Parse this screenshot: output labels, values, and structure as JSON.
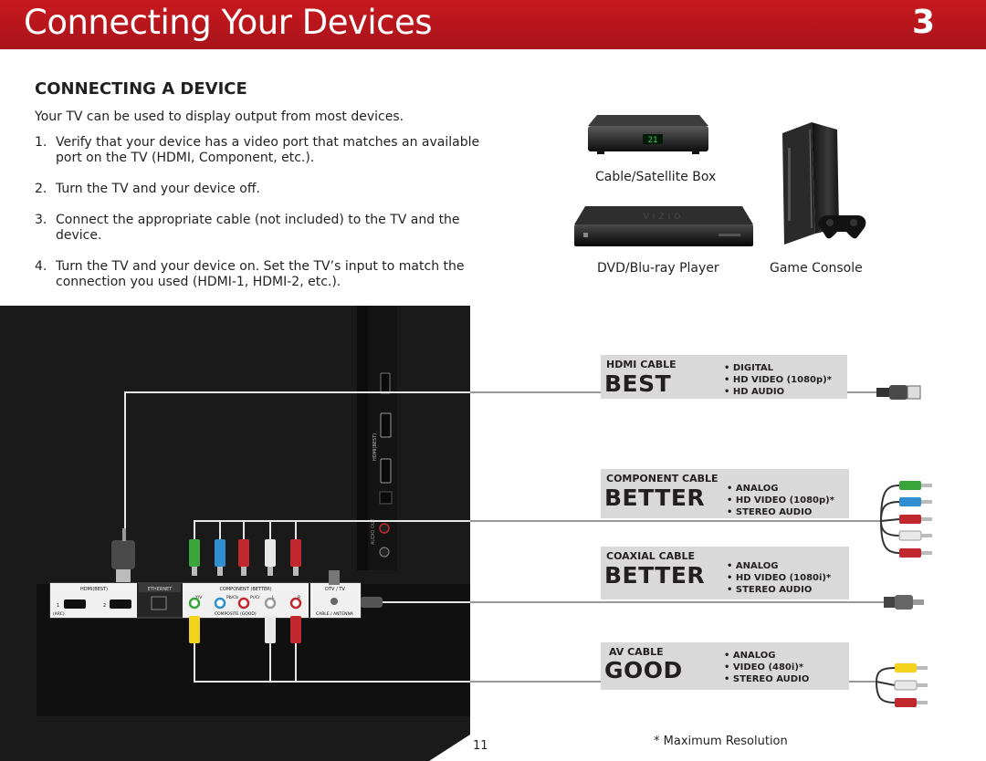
{
  "header": {
    "title": "Connecting Your Devices",
    "chapter_number": "3"
  },
  "section": {
    "heading": "CONNECTING A DEVICE",
    "intro": "Your TV can be used to display output from most devices.",
    "steps": [
      {
        "num": "1.",
        "text": "Verify that your device has a video port that matches an available port on the TV (HDMI, Component, etc.)."
      },
      {
        "num": "2.",
        "text": "Turn the TV and your device off."
      },
      {
        "num": "3.",
        "text": "Connect the appropriate cable (not included) to the TV and the device."
      },
      {
        "num": "4.",
        "text": "Turn the TV and your device on. Set the TV’s input to match the connection you used (HDMI-1, HDMI-2, etc.)."
      }
    ]
  },
  "devices": {
    "cable_box_label": "Cable/Satellite Box",
    "cable_box_display": "21",
    "dvd_label": "DVD/Blu-ray Player",
    "console_label": "Game Console"
  },
  "tv_ports": {
    "side_hdmi": "HDMI(BEST)",
    "side_audio": "AUDIO OUT",
    "bottom_hdmi": "HDMI(BEST)",
    "arc": "(ARC)",
    "port1": "1",
    "port2": "2",
    "ethernet": "ETHERNET",
    "component": "COMPONENT (BETTER)",
    "composite": "COMPOSITE (GOOD)",
    "y_v": "Y/V",
    "pb_cb": "Pb/Cb",
    "pr_cr": "Pr/Cr",
    "l": "L",
    "r": "R",
    "dtv": "DTV / TV",
    "antenna": "CABLE / ANTENNA"
  },
  "cables": [
    {
      "type": "HDMI CABLE",
      "rating": "BEST",
      "features": [
        "• DIGITAL",
        "• HD VIDEO (1080p)*",
        "• HD AUDIO"
      ]
    },
    {
      "type": "COMPONENT CABLE",
      "rating": "BETTER",
      "features": [
        "• ANALOG",
        "• HD VIDEO (1080p)*",
        "• STEREO AUDIO"
      ]
    },
    {
      "type": "COAXIAL CABLE",
      "rating": "BETTER",
      "features": [
        "• ANALOG",
        "• HD VIDEO (1080i)*",
        "• STEREO AUDIO"
      ]
    },
    {
      "type": "AV CABLE",
      "rating": "GOOD",
      "features": [
        "• ANALOG",
        "• VIDEO (480i)*",
        "• STEREO AUDIO"
      ]
    }
  ],
  "footer": {
    "page_number": "11",
    "footnote": "* Maximum Resolution"
  },
  "colors": {
    "header_red": "#c0181e",
    "cable_green": "#3aa53a",
    "cable_blue": "#2f8fd0",
    "cable_red": "#c0282d",
    "cable_white": "#e8e8e8",
    "cable_yellow": "#f2d21b"
  }
}
